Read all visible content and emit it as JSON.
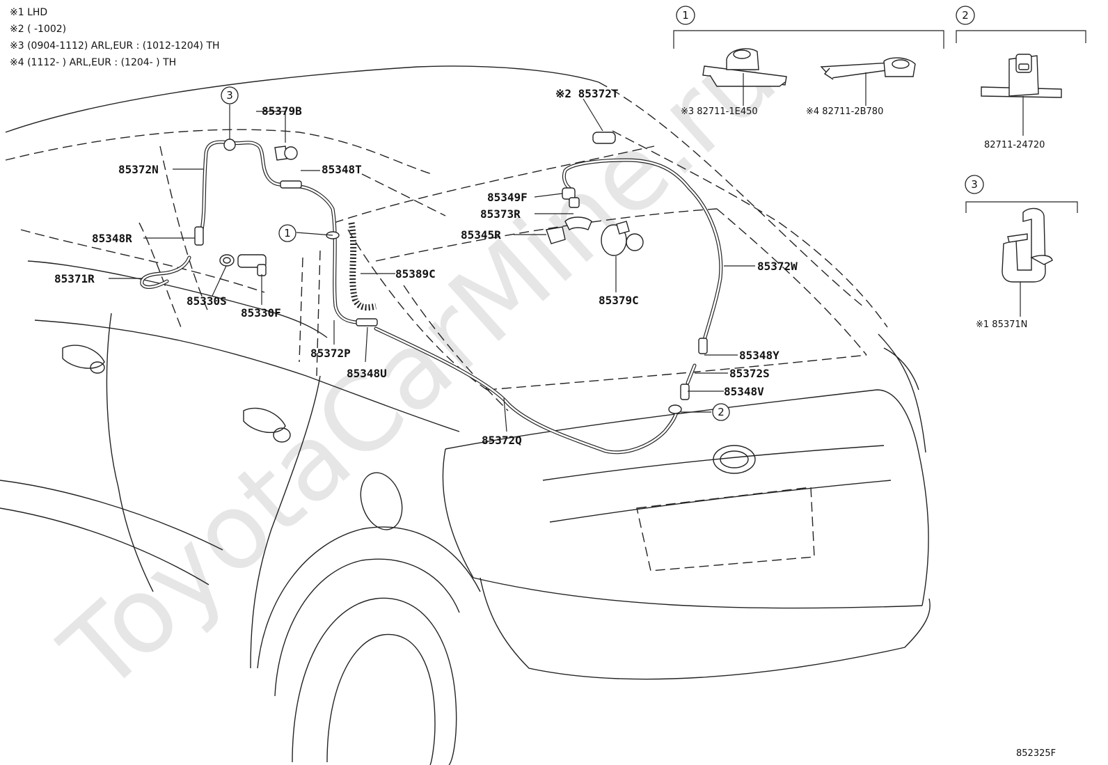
{
  "notes": [
    "※1 LHD",
    "※2 (        -1002)",
    "※3 (0904-1112) ARL,EUR : (1012-1204) TH",
    "※4 (1112-        ) ARL,EUR : (1204-        ) TH"
  ],
  "part_labels": {
    "p85379B": "85379B",
    "p85372N": "85372N",
    "p85348T": "85348T",
    "p85348R": "85348R",
    "p85371R": "85371R",
    "p85330S": "85330S",
    "p85330F": "85330F",
    "p85372P": "85372P",
    "p85348U": "85348U",
    "p85389C": "85389C",
    "p85349F": "85349F",
    "p85373R": "85373R",
    "p85345R": "85345R",
    "p85379C": "85379C",
    "p85372T": "※2 85372T",
    "p85372W": "85372W",
    "p85348Y": "85348Y",
    "p85372S": "85372S",
    "p85348V": "85348V",
    "p85372Q": "85372Q"
  },
  "callouts": {
    "c1": "1",
    "c2": "2",
    "c3": "3"
  },
  "detail_parts": {
    "d1a": "※3 82711-1E450",
    "d1b": "※4 82711-2B780",
    "d2": "82711-24720",
    "d3": "※1 85371N"
  },
  "watermark": "ToyotaCarMine.ru",
  "diagram_code": "852325F"
}
